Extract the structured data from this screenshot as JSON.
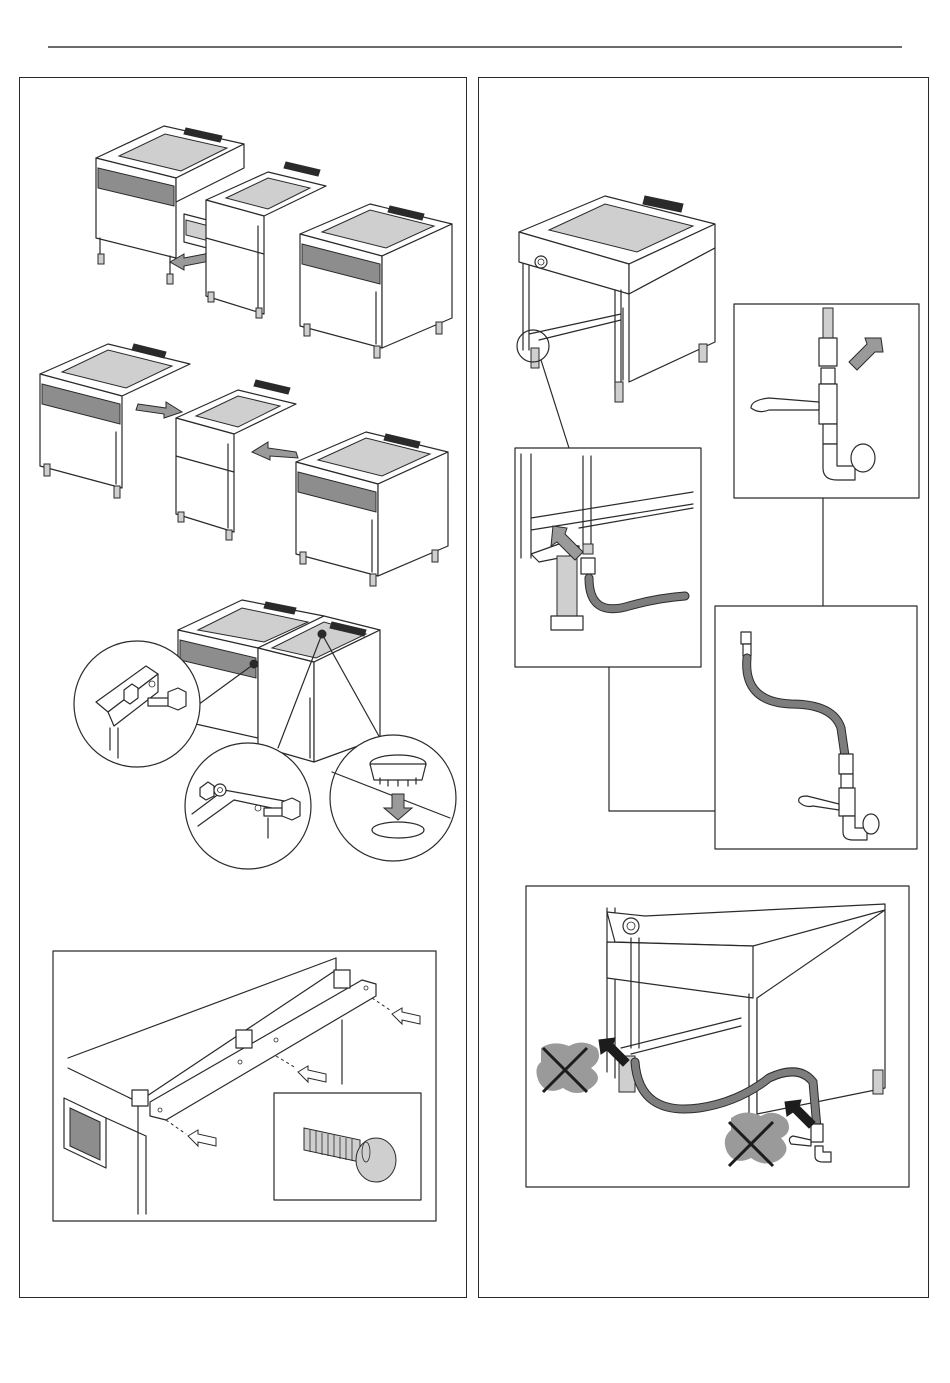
{
  "page": {
    "left_panel": {
      "figures": [
        {
          "icon": "fryer-remove-front-panel-illustration"
        },
        {
          "icon": "fryer-push-together-illustration"
        },
        {
          "icon": "fryer-bolt-joint-detail-illustration"
        },
        {
          "icon": "rear-joining-strip-with-screw-detail-illustration"
        }
      ]
    },
    "right_panel": {
      "figures": [
        {
          "icon": "fryer-gas-connection-illustration"
        },
        {
          "icon": "gas-inlet-connector-detail-illustration"
        },
        {
          "icon": "gas-valve-detail-illustration"
        },
        {
          "icon": "flexible-hose-with-valve-illustration"
        },
        {
          "icon": "incorrect-hose-routing-illustration"
        }
      ]
    },
    "colors": {
      "line": "#2a2a2a",
      "shade": "#8d8d8d",
      "hose": "#7d7d7d"
    }
  }
}
